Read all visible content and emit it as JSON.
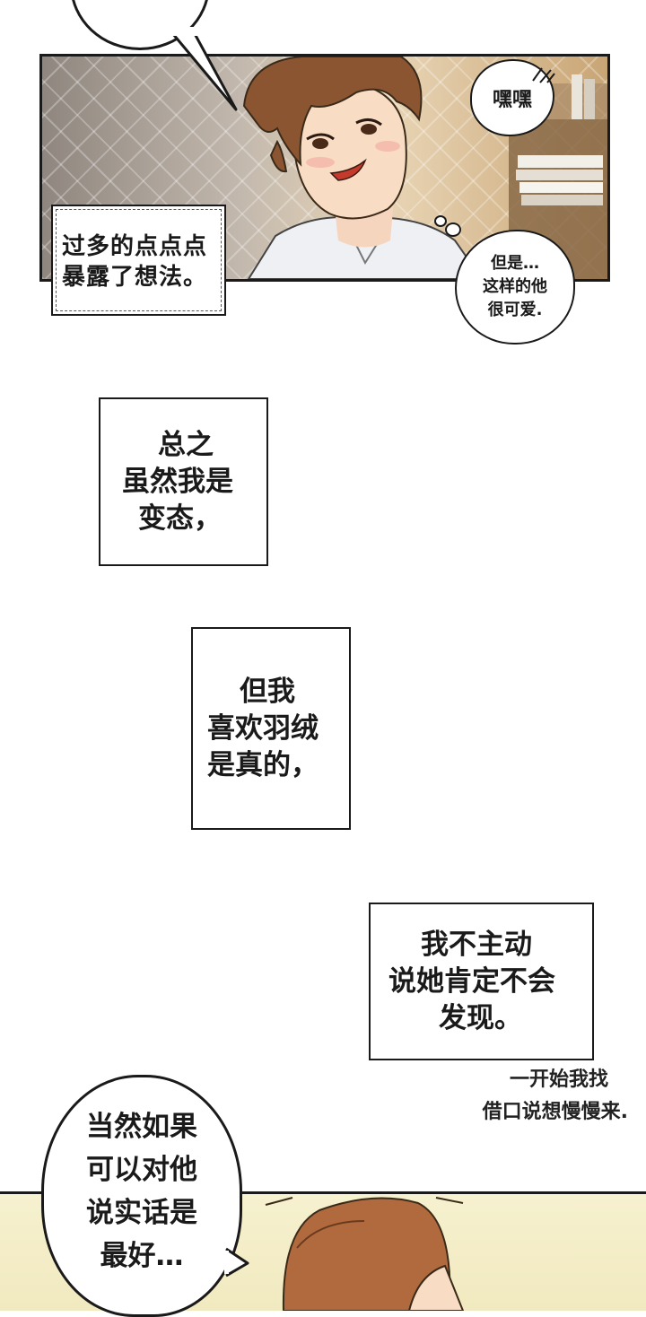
{
  "panel1": {
    "caption_lines": [
      "过多的点点点",
      "暴露了想法。"
    ],
    "sfx_bubble": "嘿嘿",
    "thought_lines": [
      "但是…",
      "这样的他",
      "很可爱."
    ]
  },
  "box1": {
    "lines": [
      "总之",
      "虽然我是",
      "变态，"
    ]
  },
  "box2": {
    "lines": [
      "但我",
      "喜欢羽绒",
      "是真的，"
    ]
  },
  "box3": {
    "lines": [
      "我不主动",
      "说她肯定不会",
      "发现。"
    ]
  },
  "aside": {
    "lines": [
      "一开始我找",
      "借口说想慢慢来."
    ]
  },
  "speech": {
    "lines": [
      "当然如果",
      "可以对他",
      "说实话是",
      "最好…"
    ]
  }
}
